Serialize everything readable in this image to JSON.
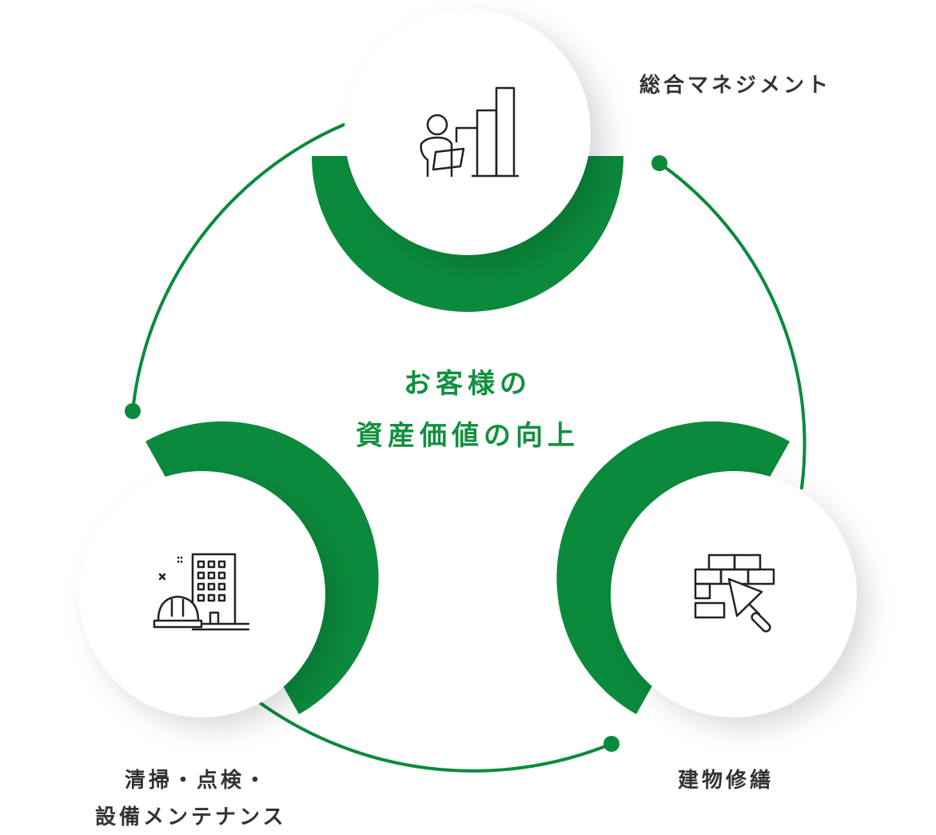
{
  "center": {
    "line1": "お客様の",
    "line2": "資産価値の向上"
  },
  "nodes": [
    {
      "label": "総合マネジメント",
      "icon": "presentation-chart-icon"
    },
    {
      "label": "建物修繕",
      "icon": "brick-trowel-icon"
    },
    {
      "label_line1": "清掃・点検・",
      "label_line2": "設備メンテナンス",
      "icon": "building-hardhat-icon"
    }
  ],
  "colors": {
    "accent": "#0b8a3c",
    "text": "#333333",
    "center_text": "#11903f",
    "circle": "#ffffff"
  }
}
